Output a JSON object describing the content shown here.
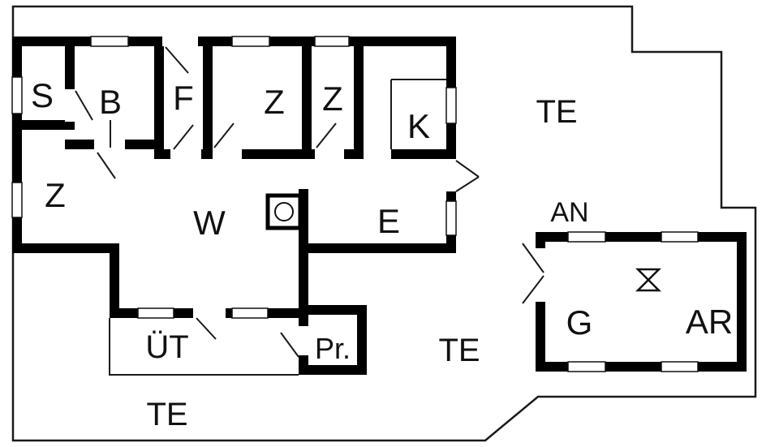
{
  "plan": {
    "rooms": {
      "s": "S",
      "b": "B",
      "f": "F",
      "z1": "Z",
      "z2": "Z",
      "k": "K",
      "z3": "Z",
      "w": "W",
      "e": "E",
      "g": "G",
      "ar": "AR",
      "pr": "Pr.",
      "uet": "ÜT"
    },
    "areas": {
      "te_top": "TE",
      "te_mid": "TE",
      "te_bottom": "TE",
      "an": "AN"
    },
    "colors": {
      "wall": "#000000",
      "line": "#1a1a1a",
      "background": "#ffffff"
    }
  }
}
